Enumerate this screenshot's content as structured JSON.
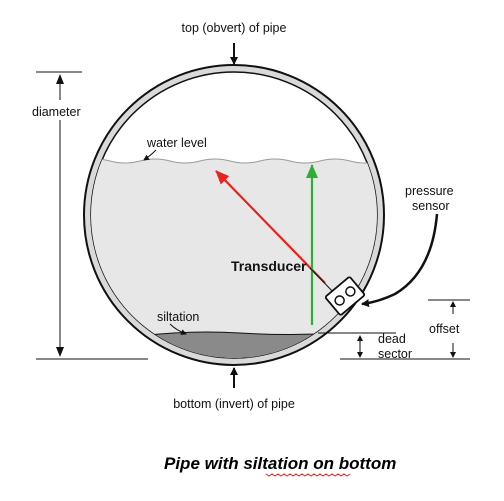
{
  "labels": {
    "top": "top (obvert) of pipe",
    "diameter": "diameter",
    "water_level": "water level",
    "pressure_line1": "pressure",
    "pressure_line2": "sensor",
    "transducer": "Transducer",
    "siltation": "siltation",
    "offset": "offset",
    "dead_line1": "dead",
    "dead_line2": "sector",
    "bottom": "bottom (invert) of pipe"
  },
  "caption": {
    "part1": "Pipe with ",
    "part2": "siltation",
    "part3": " on bottom"
  },
  "colors": {
    "pipe_wall": "#d9d9d9",
    "water": "#e7e7e7",
    "silt": "#8a8a8a",
    "red_beam": "#e8221c",
    "green_beam": "#2fae35",
    "spell_underline": "#d9261c"
  }
}
